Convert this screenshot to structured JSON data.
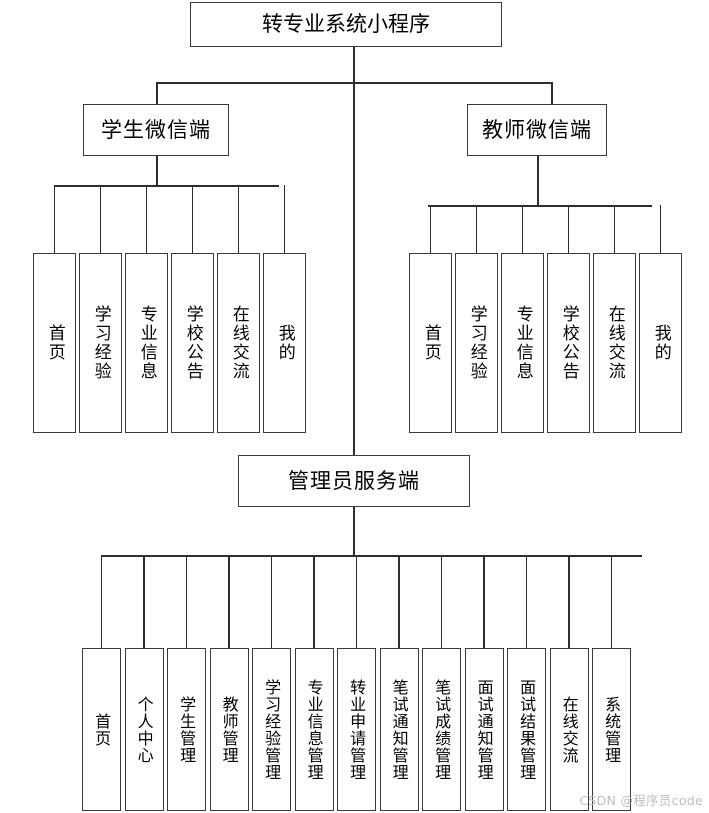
{
  "diagram": {
    "type": "org-tree",
    "title": "转专业系统小程序",
    "watermark": "CSDN @程序员code",
    "level2": [
      {
        "label": "学生微信端"
      },
      {
        "label": "教师微信端"
      }
    ],
    "level2b": {
      "label": "管理员服务端"
    },
    "student_children": [
      {
        "label": "首页"
      },
      {
        "label": "学习经验"
      },
      {
        "label": "专业信息"
      },
      {
        "label": "学校公告"
      },
      {
        "label": "在线交流"
      },
      {
        "label": "我的"
      }
    ],
    "teacher_children": [
      {
        "label": "首页"
      },
      {
        "label": "学习经验"
      },
      {
        "label": "专业信息"
      },
      {
        "label": "学校公告"
      },
      {
        "label": "在线交流"
      },
      {
        "label": "我的"
      }
    ],
    "admin_children": [
      {
        "label": "首页"
      },
      {
        "label": "个人中心"
      },
      {
        "label": "学生管理"
      },
      {
        "label": "教师管理"
      },
      {
        "label": "学习经验管理"
      },
      {
        "label": "专业信息管理"
      },
      {
        "label": "转业申请管理"
      },
      {
        "label": "笔试通知管理"
      },
      {
        "label": "笔试成绩管理"
      },
      {
        "label": "面试通知管理"
      },
      {
        "label": "面试结果管理"
      },
      {
        "label": "在线交流"
      },
      {
        "label": "系统管理"
      }
    ],
    "colors": {
      "line": "#2e2e2e",
      "border": "#3a3a3a",
      "background": "#ffffff",
      "text": "#000000",
      "watermark": "#bdbdbd"
    }
  }
}
